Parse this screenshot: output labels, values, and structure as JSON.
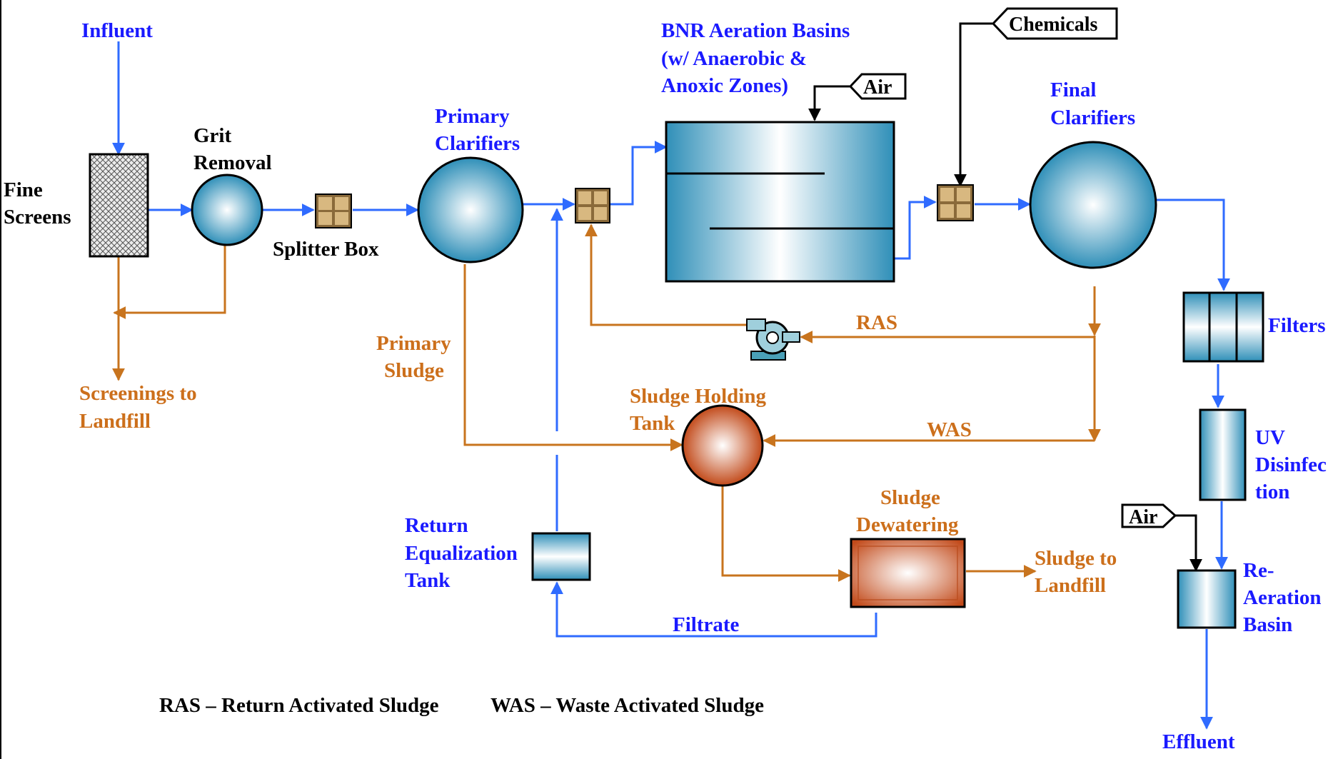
{
  "labels": {
    "influent": "Influent",
    "fine_screens": [
      "Fine",
      "Screens"
    ],
    "grit_removal": [
      "Grit",
      "Removal"
    ],
    "splitter_box": "Splitter Box",
    "primary_clarifiers": [
      "Primary",
      "Clarifiers"
    ],
    "bnr": [
      "BNR Aeration Basins",
      "(w/ Anaerobic &",
      "Anoxic Zones)"
    ],
    "air_bnr": "Air",
    "chemicals": "Chemicals",
    "final_clarifiers": [
      "Final",
      "Clarifiers"
    ],
    "filters": "Filters",
    "uv": [
      "UV",
      "Disinfec",
      "tion"
    ],
    "air_reaeration": "Air",
    "reaeration": [
      "Re-",
      "Aeration",
      "Basin"
    ],
    "effluent": "Effluent",
    "screenings": [
      "Screenings to",
      "Landfill"
    ],
    "primary_sludge": [
      "Primary",
      "Sludge"
    ],
    "ras": "RAS",
    "was": "WAS",
    "sludge_holding": [
      "Sludge Holding",
      "Tank"
    ],
    "sludge_dewatering": [
      "Sludge",
      "Dewatering"
    ],
    "sludge_landfill": [
      "Sludge to",
      "Landfill"
    ],
    "return_eq": [
      "Return",
      "Equalization",
      "Tank"
    ],
    "filtrate": "Filtrate",
    "legend_ras": "RAS – Return Activated Sludge",
    "legend_was": "WAS – Waste Activated Sludge"
  },
  "colors": {
    "process_flow": "#2f6bff",
    "sludge_flow": "#c8741e",
    "label_blue": "#1a1aff",
    "label_orange": "#cc6f1b"
  }
}
